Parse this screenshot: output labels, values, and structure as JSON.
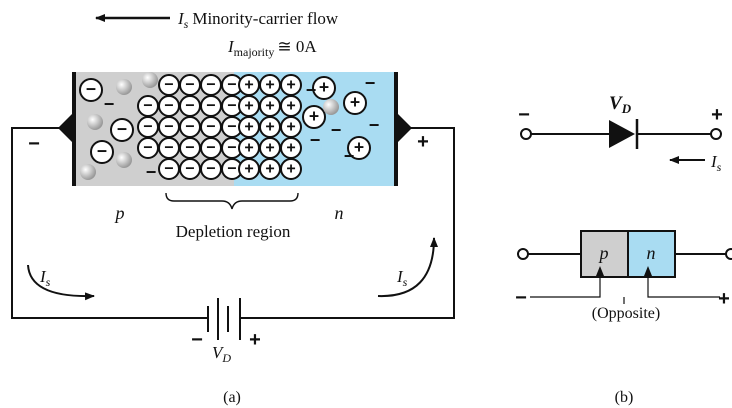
{
  "diagram_a": {
    "arrow_label_sym": "I",
    "arrow_label_sub": "s",
    "arrow_label_text": "Minority-carrier flow",
    "majority_sym": "I",
    "majority_sub": "majority",
    "majority_rest": "≅ 0A",
    "p_label": "p",
    "n_label": "n",
    "depletion_label": "Depletion region",
    "left_terminal": "−",
    "right_terminal": "+",
    "left_current_sym": "I",
    "left_current_sub": "s",
    "right_current_sym": "I",
    "right_current_sub": "s",
    "battery_minus": "−",
    "battery_plus": "+",
    "battery_label_sym": "V",
    "battery_label_sub": "D",
    "caption": "(a)"
  },
  "diagram_b": {
    "vd_sym": "V",
    "vd_sub": "D",
    "left_sign": "−",
    "right_sign": "+",
    "current_sym": "I",
    "current_sub": "s",
    "block_p": "p",
    "block_n": "n",
    "block_left_sign": "−",
    "block_right_sign": "+",
    "opposite_label": "(Opposite)",
    "caption": "(b)"
  },
  "colors": {
    "p_region": "#cfcfcf",
    "n_region": "#a9dcf2",
    "ink": "#111111"
  },
  "ions": {
    "negative_symbol": "−",
    "positive_symbol": "+"
  }
}
